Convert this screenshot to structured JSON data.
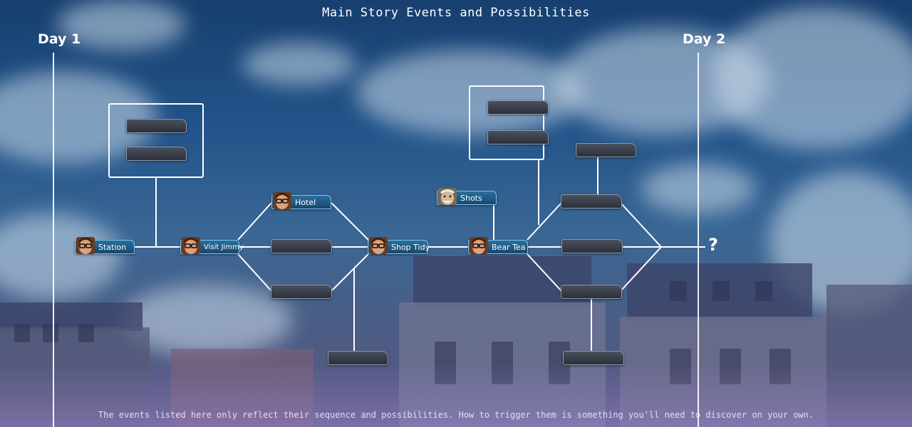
{
  "title": "Main Story Events and Possibilities",
  "days": [
    "Day 1",
    "Day 2"
  ],
  "footer": "The events listed here only reflect their sequence and possibilities. How to trigger them is something you'll need to discover on your own.",
  "end_marker": "?",
  "events": {
    "station": "Station",
    "visit_jimmy": "Visit Jimmy",
    "hotel": "Hotel",
    "shop_tidy": "Shop Tidy",
    "shots": "Shots",
    "bear_tea": "Bear Tea"
  },
  "colors": {
    "node_fill": "#1e5a85",
    "node_border": "#7fc6ee",
    "empty_node_fill": "#3a404c",
    "line": "#ffffff"
  },
  "icons": {
    "glasses_character": "glasses-man-avatar-icon",
    "bear_character": "bear-avatar-icon"
  }
}
